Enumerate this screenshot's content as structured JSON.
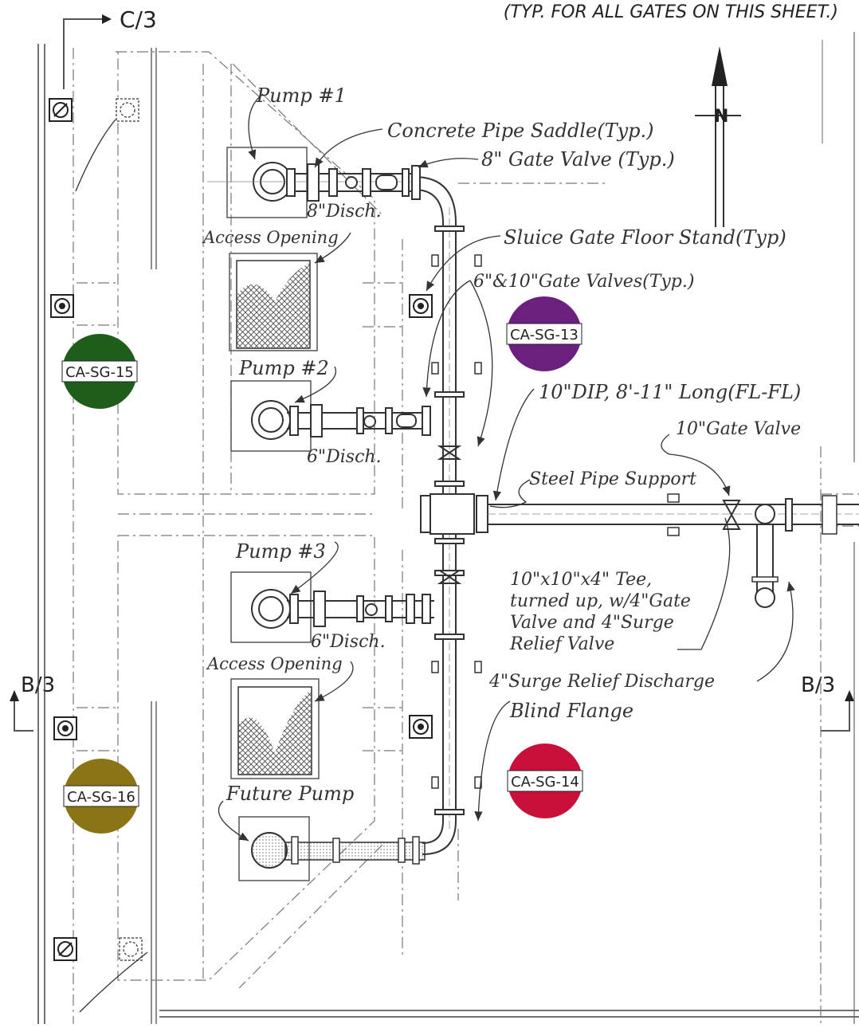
{
  "header_note": "(TYP. FOR ALL GATES ON THIS SHEET.)",
  "section_marks": {
    "c3": "C/3",
    "b3_left": "B/3",
    "b3_right": "B/3"
  },
  "north_arrow": {
    "label": "N"
  },
  "labels": {
    "pump1": "Pump #1",
    "pump2": "Pump #2",
    "pump3": "Pump #3",
    "future_pump": "Future Pump",
    "disch8": "8\"Disch.",
    "disch6a": "6\"Disch.",
    "disch6b": "6\"Disch.",
    "access1": "Access Opening",
    "access2": "Access Opening",
    "saddle": "Concrete Pipe Saddle(Typ.)",
    "gate8": "8\" Gate Valve (Typ.)",
    "sluice": "Sluice Gate Floor Stand(Typ)",
    "gate610": "6\"&10\"Gate Valves(Typ.)",
    "dip": "10\"DIP, 8'-11\" Long(FL-FL)",
    "gate10": "10\"Gate Valve",
    "steel_support": "Steel Pipe Support",
    "tee_line1": "10\"x10\"x4\" Tee,",
    "tee_line2": "turned up, w/4\"Gate",
    "tee_line3": "Valve and 4\"Surge",
    "tee_line4": "Relief Valve",
    "surge_discharge": "4\"Surge Relief Discharge",
    "blind_flange": "Blind Flange"
  },
  "gate_tags": [
    {
      "id": "CA-SG-13",
      "color": "#6b2080"
    },
    {
      "id": "CA-SG-14",
      "color": "#c8103a"
    },
    {
      "id": "CA-SG-15",
      "color": "#1e5e1a"
    },
    {
      "id": "CA-SG-16",
      "color": "#8a7416"
    }
  ]
}
